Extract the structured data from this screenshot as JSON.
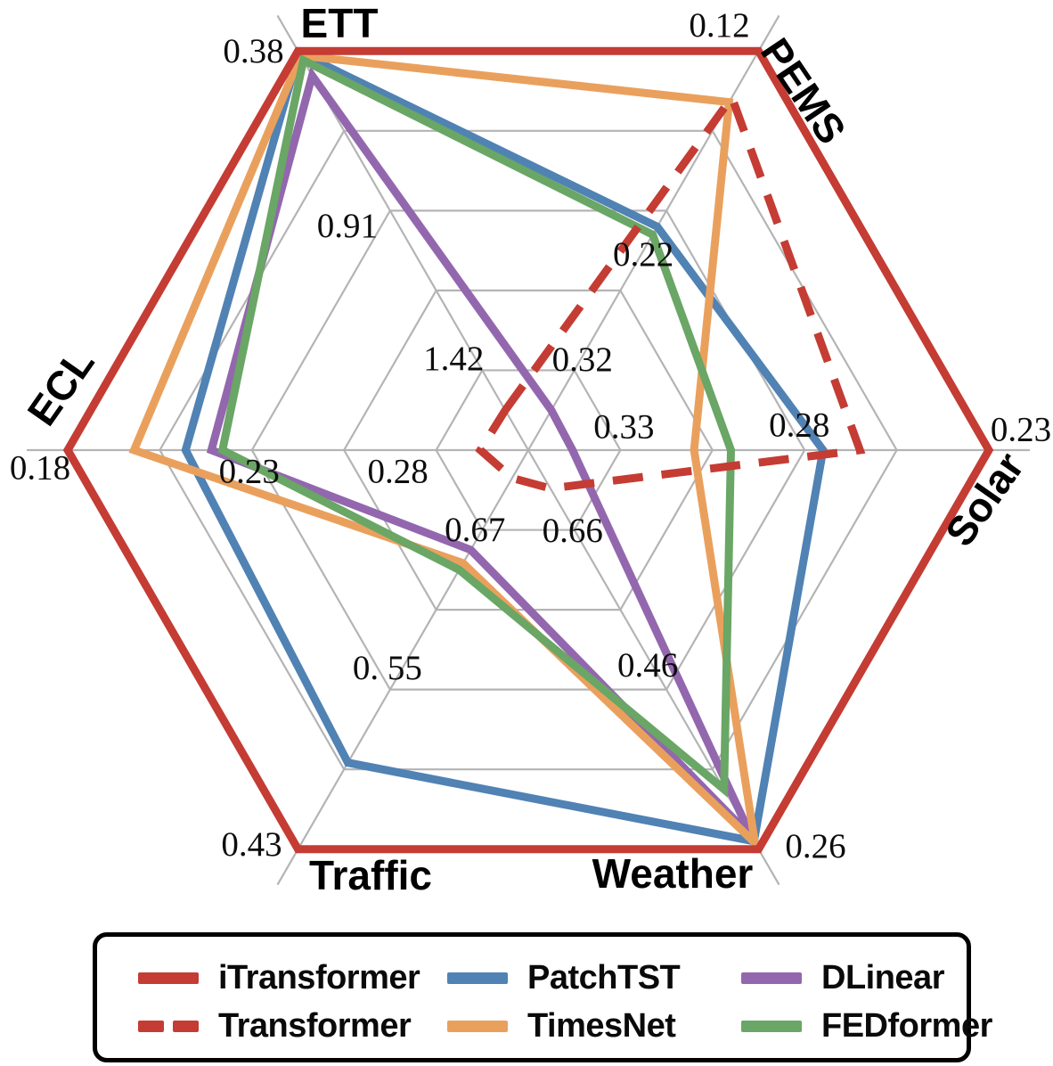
{
  "chart_data": {
    "type": "radar",
    "description": "Hexagonal radar chart comparing forecasting models across six benchmarks (values are MSE; outer ring = lower/better)",
    "grid_color": "#b4b4b4",
    "rings": 5,
    "labeled_rings": [
      1,
      3,
      5
    ],
    "axes": [
      {
        "name": "ETT",
        "angle_deg": 120,
        "center_value": 1.68,
        "outer_value": 0.38,
        "tick_ring1": "1.42",
        "tick_ring3": "0.91",
        "tick_outer": "0.38"
      },
      {
        "name": "PEMS",
        "angle_deg": 60,
        "center_value": 0.37,
        "outer_value": 0.12,
        "tick_ring1": "0.32",
        "tick_ring3": "0.22",
        "tick_outer": "0.12"
      },
      {
        "name": "Solar",
        "angle_deg": 0,
        "center_value": 0.355,
        "outer_value": 0.23,
        "tick_ring1": "0.33",
        "tick_ring3": "0.28",
        "tick_outer": "0.23"
      },
      {
        "name": "Weather",
        "angle_deg": -60,
        "center_value": 0.76,
        "outer_value": 0.26,
        "tick_ring1": "0.66",
        "tick_ring3": "0.46",
        "tick_outer": "0.26"
      },
      {
        "name": "Traffic",
        "angle_deg": -120,
        "center_value": 0.73,
        "outer_value": 0.43,
        "tick_ring1": "0.67",
        "tick_ring3": "0. 55",
        "tick_outer": "0.43"
      },
      {
        "name": "ECL",
        "angle_deg": 180,
        "center_value": 0.305,
        "outer_value": 0.18,
        "tick_ring1": "0.28",
        "tick_ring3": "0.23",
        "tick_outer": "0.18"
      }
    ],
    "series": [
      {
        "name": "iTransformer",
        "color": "#c43c33",
        "dashed": false,
        "values": {
          "ETT": 0.38,
          "PEMS": 0.12,
          "Solar": 0.23,
          "Weather": 0.26,
          "Traffic": 0.43,
          "ECL": 0.18
        }
      },
      {
        "name": "Transformer",
        "color": "#c43c33",
        "dashed": true,
        "values": {
          "ETT": 1.55,
          "PEMS": 0.149,
          "Solar": 0.265,
          "Weather": 0.712,
          "Traffic": 0.709,
          "ECL": 0.292
        }
      },
      {
        "name": "PatchTST",
        "color": "#5082b4",
        "dashed": false,
        "values": {
          "ETT": 0.385,
          "PEMS": 0.23,
          "Solar": 0.275,
          "Weather": 0.27,
          "Traffic": 0.495,
          "ECL": 0.212
        }
      },
      {
        "name": "TimesNet",
        "color": "#eaa05d",
        "dashed": false,
        "values": {
          "ETT": 0.395,
          "PEMS": 0.152,
          "Solar": 0.31,
          "Weather": 0.268,
          "Traffic": 0.645,
          "ECL": 0.198
        }
      },
      {
        "name": "DLinear",
        "color": "#9367ae",
        "dashed": false,
        "values": {
          "ETT": 0.46,
          "PEMS": 0.345,
          "Solar": 0.343,
          "Weather": 0.275,
          "Traffic": 0.655,
          "ECL": 0.219
        }
      },
      {
        "name": "FEDformer",
        "color": "#6aa665",
        "dashed": false,
        "values": {
          "ETT": 0.41,
          "PEMS": 0.235,
          "Solar": 0.3,
          "Weather": 0.335,
          "Traffic": 0.64,
          "ECL": 0.222
        }
      }
    ]
  },
  "legend": {
    "row1": [
      "iTransformer",
      "PatchTST",
      "DLinear"
    ],
    "row2": [
      "Transformer",
      "TimesNet",
      "FEDformer"
    ]
  }
}
